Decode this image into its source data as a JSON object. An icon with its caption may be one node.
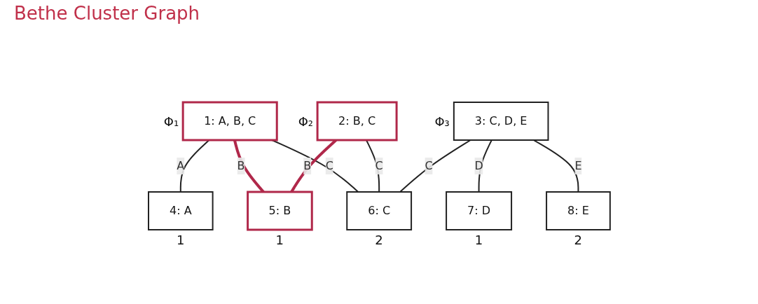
{
  "diagram": {
    "title": "Bethe Cluster Graph",
    "nodes": [
      {
        "text": [
          "1: A, B, C"
        ],
        "beside": [
          "Φ₁"
        ]
      },
      {
        "text": [
          "2: B, C"
        ],
        "beside": [
          "Φ₂"
        ]
      },
      {
        "text": [
          "3: C, D, E"
        ],
        "beside": [
          "Φ₃"
        ]
      },
      {
        "text": [
          "4: A"
        ],
        "beside": [
          "1"
        ]
      },
      {
        "text": [
          "5: B"
        ],
        "beside": [
          "1"
        ]
      },
      {
        "text": [
          "6: C"
        ],
        "beside": [
          "2"
        ]
      },
      {
        "text": [
          "7: D"
        ],
        "beside": [
          "1"
        ]
      },
      {
        "text": [
          "8: E"
        ],
        "beside": [
          "2"
        ]
      }
    ],
    "edges": [
      {
        "from": 0,
        "to": 3,
        "arrow": "none",
        "label": "A"
      },
      {
        "from": 0,
        "to": 4,
        "arrow": "none",
        "label": "B",
        "style": "thick",
        "color": "#b0284a"
      },
      {
        "from": 0,
        "to": 5,
        "arrow": "none",
        "label": "C"
      },
      {
        "from": 1,
        "to": 4,
        "arrow": "none",
        "label": "B",
        "style": "thick",
        "color": "#b0284a"
      },
      {
        "from": 1,
        "to": 5,
        "arrow": "none",
        "label": "C"
      },
      {
        "from": 2,
        "to": 5,
        "arrow": "none",
        "label": "C"
      },
      {
        "from": 2,
        "to": 6,
        "arrow": "none",
        "label": "D"
      },
      {
        "from": 2,
        "to": 7,
        "arrow": "none",
        "label": "E"
      }
    ]
  }
}
